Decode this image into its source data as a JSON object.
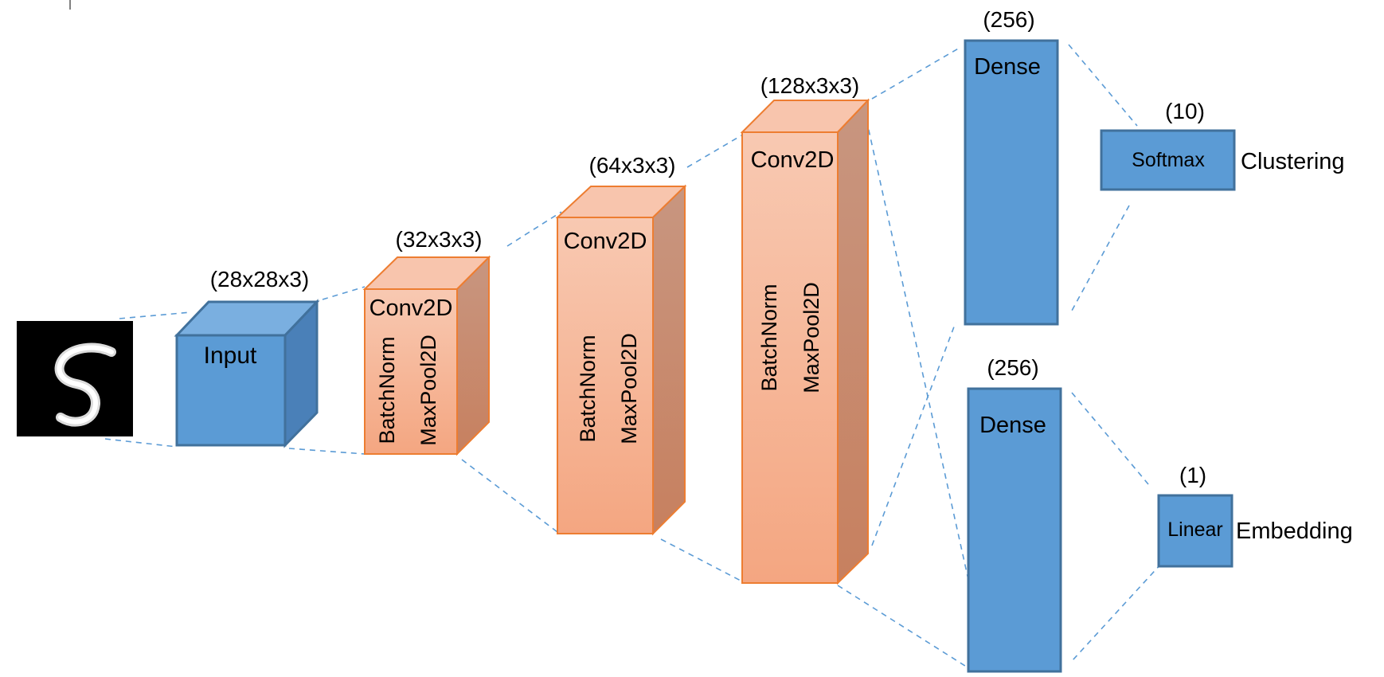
{
  "input_image": {
    "digit": "5"
  },
  "input_block": {
    "shape": "(28x28x3)",
    "label": "Input"
  },
  "conv_block_1": {
    "shape": "(32x3x3)",
    "label": "Conv2D",
    "batchnorm": "BatchNorm",
    "maxpool": "MaxPool2D"
  },
  "conv_block_2": {
    "shape": "(64x3x3)",
    "label": "Conv2D",
    "batchnorm": "BatchNorm",
    "maxpool": "MaxPool2D"
  },
  "conv_block_3": {
    "shape": "(128x3x3)",
    "label": "Conv2D",
    "batchnorm": "BatchNorm",
    "maxpool": "MaxPool2D"
  },
  "dense_top": {
    "shape": "(256)",
    "label": "Dense"
  },
  "dense_bottom": {
    "shape": "(256)",
    "label": "Dense"
  },
  "softmax_head": {
    "shape": "(10)",
    "label": "Softmax",
    "task": "Clustering"
  },
  "linear_head": {
    "shape": "(1)",
    "label": "Linear",
    "task": "Embedding"
  },
  "colors": {
    "blue_front": "#5b9bd5",
    "blue_top": "#7aafe0",
    "blue_side": "#4a80b8",
    "blue_border": "#41719c",
    "orange_front_top": "#f8c7ae",
    "orange_front_bottom": "#f4a882",
    "orange_top": "#f8c5ad",
    "orange_side": "#c9866a",
    "orange_border": "#ed7d31",
    "connector": "#5b9bd5"
  }
}
